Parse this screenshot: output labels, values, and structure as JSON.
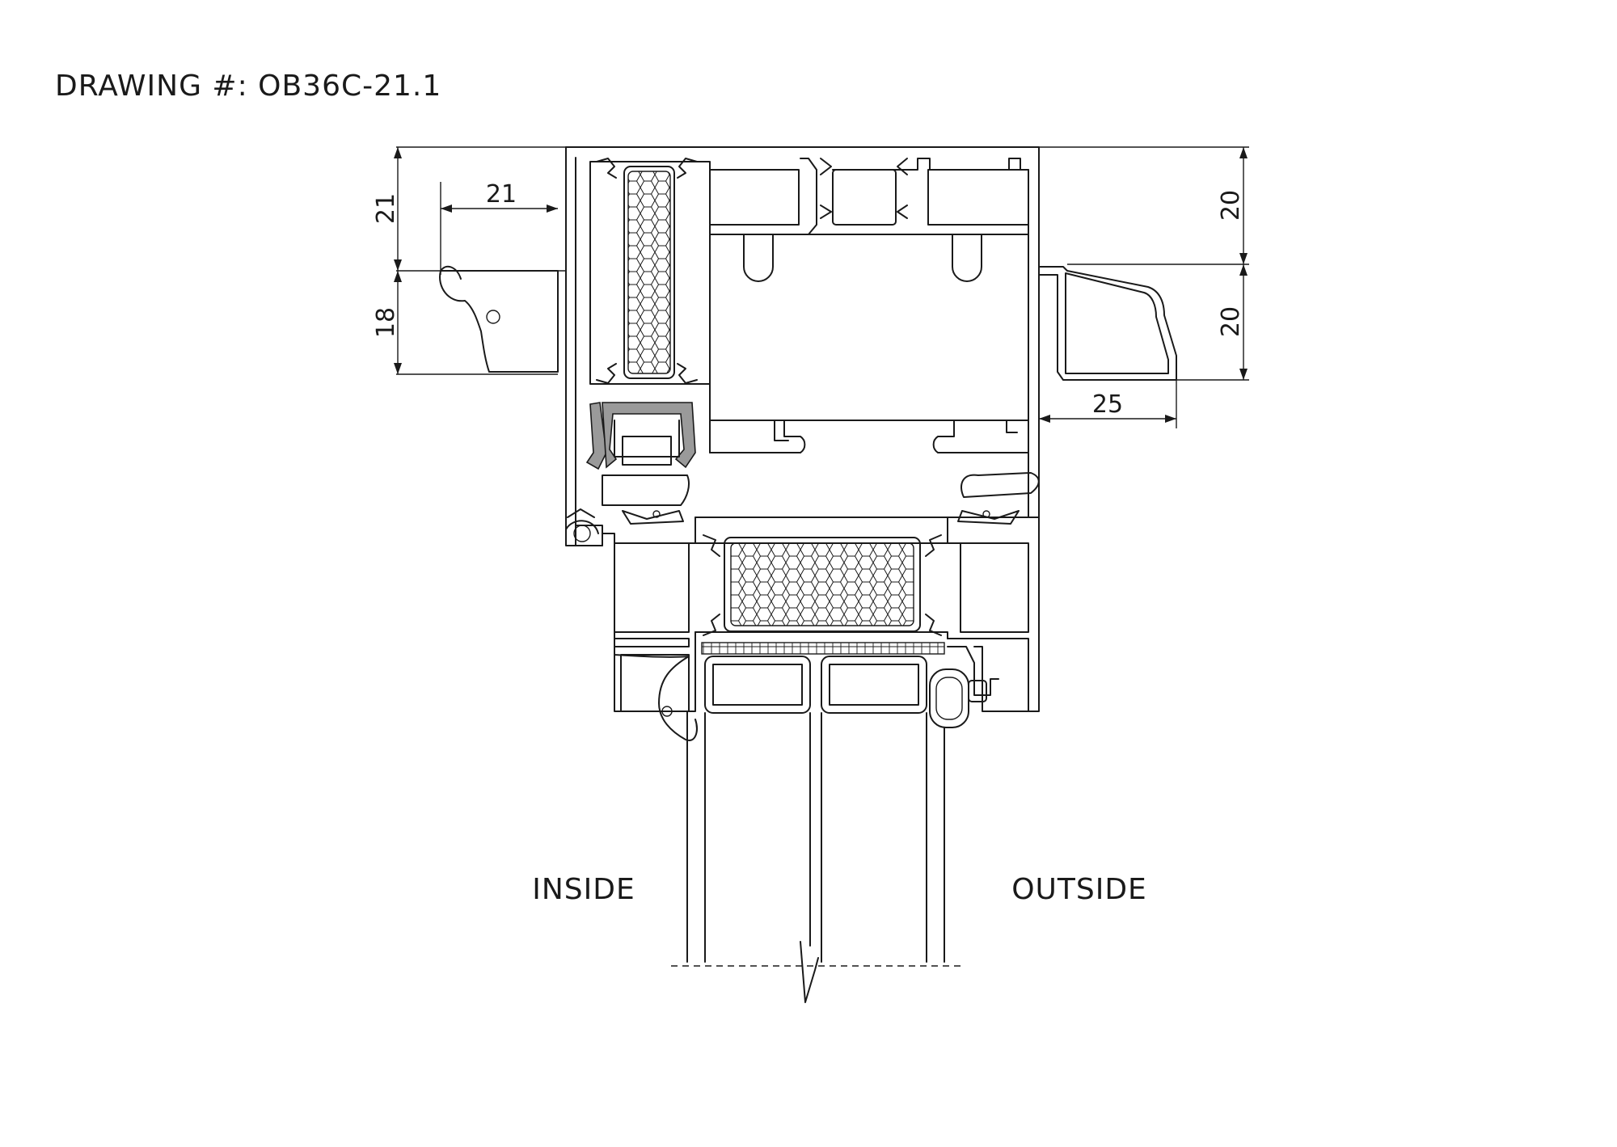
{
  "drawing": {
    "title": "DRAWING #: OB36C-21.1",
    "labels": {
      "inside": "INSIDE",
      "outside": "OUTSIDE"
    },
    "dimensions": {
      "left_top_vertical": "21",
      "left_top_horizontal": "21",
      "left_bottom_vertical": "18",
      "right_top_vertical": "20",
      "right_bottom_vertical": "20",
      "right_horizontal": "25"
    }
  }
}
